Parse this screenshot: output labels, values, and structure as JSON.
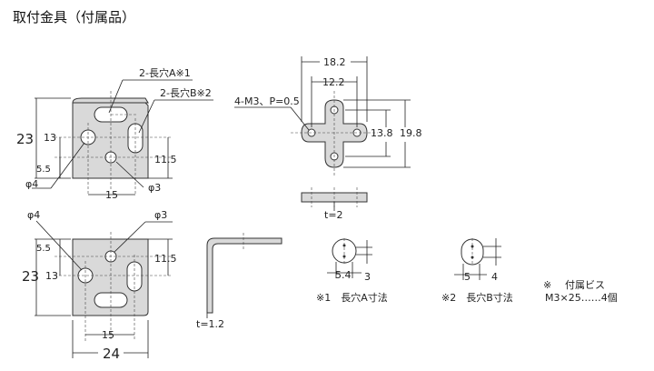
{
  "title": "取付金具（付属品）",
  "top_left": {
    "callout_a": "2-長穴A※1",
    "callout_b": "2-長穴B※2",
    "dim_23": "23",
    "dim_13": "13",
    "dim_5_5": "5.5",
    "dim_11_5": "11.5",
    "phi4": "φ4",
    "phi3": "φ3",
    "dim_15": "15"
  },
  "bottom_left": {
    "phi4": "φ4",
    "phi3": "φ3",
    "dim_5_5": "5.5",
    "dim_23": "23",
    "dim_13": "13",
    "dim_11_5": "11.5",
    "dim_15": "15",
    "dim_24": "24"
  },
  "side_view": {
    "thickness": "t=1.2"
  },
  "cross_part": {
    "callout": "4-M3、P=0.5",
    "dim_18_2": "18.2",
    "dim_12_2": "12.2",
    "dim_13_8": "13.8",
    "dim_19_8": "19.8",
    "thickness": "t=2"
  },
  "slot_a": {
    "w": "5.4",
    "h": "3",
    "caption": "※1　長穴A寸法"
  },
  "slot_b": {
    "w": "5",
    "h": "4",
    "caption": "※2　長穴B寸法"
  },
  "note": {
    "mark": "※",
    "title": "付属ビス",
    "spec": "M3×25……4個"
  }
}
